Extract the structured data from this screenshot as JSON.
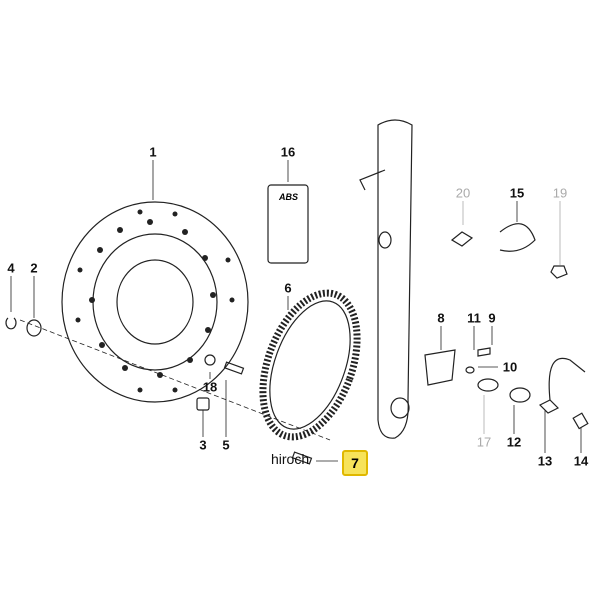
{
  "watermark": "hiroch",
  "highlight_color": "#f7e35a",
  "highlighted_part": "7",
  "labels": {
    "p1": "1",
    "p2": "2",
    "p3": "3",
    "p4": "4",
    "p5": "5",
    "p6": "6",
    "p8": "8",
    "p9": "9",
    "p10": "10",
    "p11": "11",
    "p12": "12",
    "p13": "13",
    "p14": "14",
    "p15": "15",
    "p16": "16",
    "p17": "17",
    "p18": "18",
    "p19": "19",
    "p20": "20"
  },
  "sticker_text": "ABS"
}
